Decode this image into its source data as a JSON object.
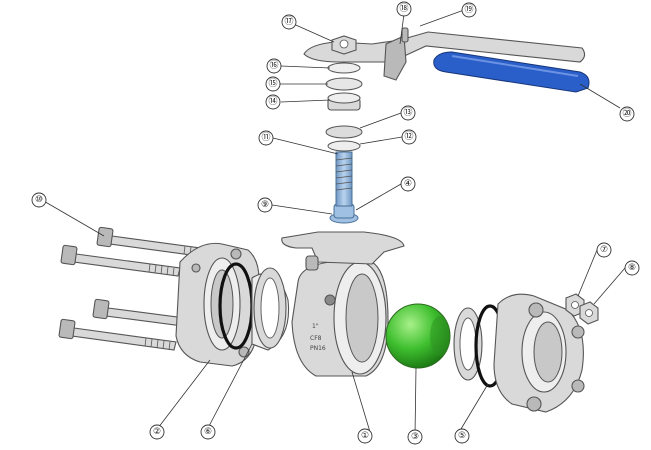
{
  "callouts": [
    {
      "number": "①",
      "part": "body"
    },
    {
      "number": "②",
      "part": "end-cap-left"
    },
    {
      "number": "③",
      "part": "ball"
    },
    {
      "number": "④",
      "part": "stem-seal"
    },
    {
      "number": "⑤",
      "part": "seat-right"
    },
    {
      "number": "⑥",
      "part": "seat-left"
    },
    {
      "number": "⑦",
      "part": "nut-small"
    },
    {
      "number": "⑧",
      "part": "nut"
    },
    {
      "number": "⑨",
      "part": "thrust-washer"
    },
    {
      "number": "⑩",
      "part": "bolt"
    },
    {
      "number": "⑪",
      "part": "stem"
    },
    {
      "number": "⑫",
      "part": "packing"
    },
    {
      "number": "⑬",
      "part": "packing-gland"
    },
    {
      "number": "⑭",
      "part": "gland-nut"
    },
    {
      "number": "⑮",
      "part": "disc-spring"
    },
    {
      "number": "⑯",
      "part": "lock-washer"
    },
    {
      "number": "⑰",
      "part": "stem-nut"
    },
    {
      "number": "⑱",
      "part": "stop-pin"
    },
    {
      "number": "⑲",
      "part": "handle"
    },
    {
      "number": "⑳",
      "part": "handle-grip"
    }
  ],
  "body_marking": {
    "size": "1\"",
    "class": "CF8",
    "pressure": "PN16"
  },
  "colors": {
    "ball": "#3fbf2f",
    "ball_highlight": "#a8f08a",
    "stem": "#8fb6de",
    "grip": "#2a5fc9",
    "metal": "#d9d9d9",
    "outline": "#555555"
  }
}
